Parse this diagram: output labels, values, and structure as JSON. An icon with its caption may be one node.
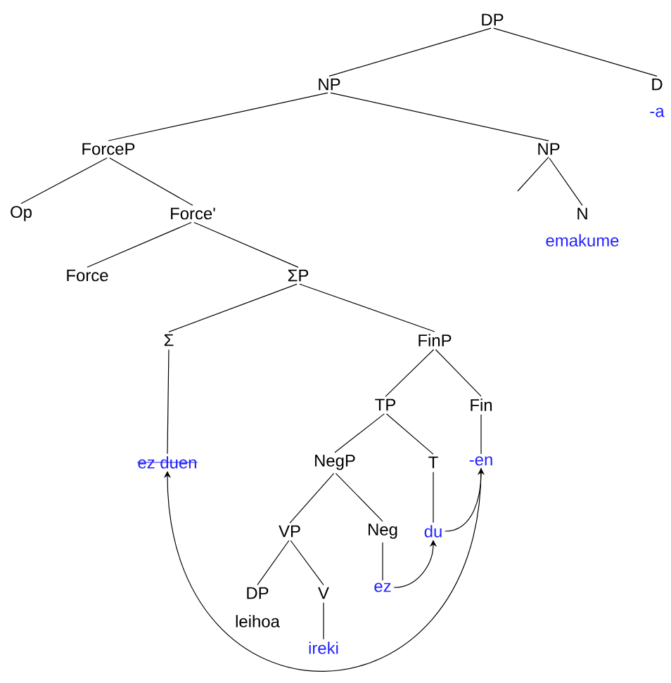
{
  "diagram": {
    "nodes": [
      {
        "text": [
          "DP"
        ]
      },
      {
        "text": [
          "NP"
        ]
      },
      {
        "text": [
          "D"
        ]
      },
      {
        "text": [
          "-a"
        ]
      },
      {
        "text": [
          "ForceP"
        ]
      },
      {
        "text": [
          "NP"
        ]
      },
      {
        "text": [
          "Op"
        ]
      },
      {
        "text": [
          "Force'"
        ]
      },
      {
        "text": [
          "N"
        ]
      },
      {
        "text": [
          "emakume"
        ]
      },
      {
        "text": [
          "Force"
        ]
      },
      {
        "text": [
          "ΣP"
        ]
      },
      {
        "text": [
          "Σ"
        ]
      },
      {
        "text": [
          "FinP"
        ]
      },
      {
        "text": [
          "TP"
        ]
      },
      {
        "text": [
          "Fin"
        ]
      },
      {
        "text": [
          "ez duen"
        ]
      },
      {
        "text": [
          "NegP"
        ]
      },
      {
        "text": [
          "T"
        ]
      },
      {
        "text": [
          "-en"
        ]
      },
      {
        "text": [
          "VP"
        ]
      },
      {
        "text": [
          "Neg"
        ]
      },
      {
        "text": [
          "du"
        ]
      },
      {
        "text": [
          "DP"
        ]
      },
      {
        "text": [
          "V"
        ]
      },
      {
        "text": [
          "ez"
        ]
      },
      {
        "text": [
          "leihoa"
        ]
      },
      {
        "text": [
          "ireki"
        ]
      }
    ],
    "edges": [
      {
        "from": 0,
        "to": 1,
        "arrow": "none"
      },
      {
        "from": 0,
        "to": 2,
        "arrow": "none"
      },
      {
        "from": 1,
        "to": 4,
        "arrow": "none"
      },
      {
        "from": 1,
        "to": 5,
        "arrow": "none"
      },
      {
        "from": 4,
        "to": 6,
        "arrow": "none"
      },
      {
        "from": 4,
        "to": 7,
        "arrow": "none"
      },
      {
        "from": 5,
        "to": null,
        "arrow": "none"
      },
      {
        "from": 5,
        "to": 8,
        "arrow": "none"
      },
      {
        "from": 7,
        "to": 10,
        "arrow": "none"
      },
      {
        "from": 7,
        "to": 11,
        "arrow": "none"
      },
      {
        "from": 11,
        "to": 12,
        "arrow": "none"
      },
      {
        "from": 11,
        "to": 13,
        "arrow": "none"
      },
      {
        "from": 13,
        "to": 14,
        "arrow": "none"
      },
      {
        "from": 13,
        "to": 15,
        "arrow": "none"
      },
      {
        "from": 12,
        "to": 16,
        "arrow": "none"
      },
      {
        "from": 14,
        "to": 17,
        "arrow": "none"
      },
      {
        "from": 14,
        "to": 18,
        "arrow": "none"
      },
      {
        "from": 15,
        "to": 19,
        "arrow": "none"
      },
      {
        "from": 17,
        "to": 20,
        "arrow": "none"
      },
      {
        "from": 17,
        "to": 21,
        "arrow": "none"
      },
      {
        "from": 18,
        "to": 22,
        "arrow": "none"
      },
      {
        "from": 20,
        "to": 23,
        "arrow": "none"
      },
      {
        "from": 20,
        "to": 24,
        "arrow": "none"
      },
      {
        "from": 21,
        "to": 25,
        "arrow": "none"
      },
      {
        "from": 24,
        "to": 27,
        "arrow": "none"
      },
      {
        "from": 25,
        "to": 22,
        "arrow": "to"
      },
      {
        "from": 22,
        "to": 19,
        "arrow": "to"
      },
      {
        "from": 19,
        "to": 16,
        "arrow": "to"
      }
    ]
  }
}
